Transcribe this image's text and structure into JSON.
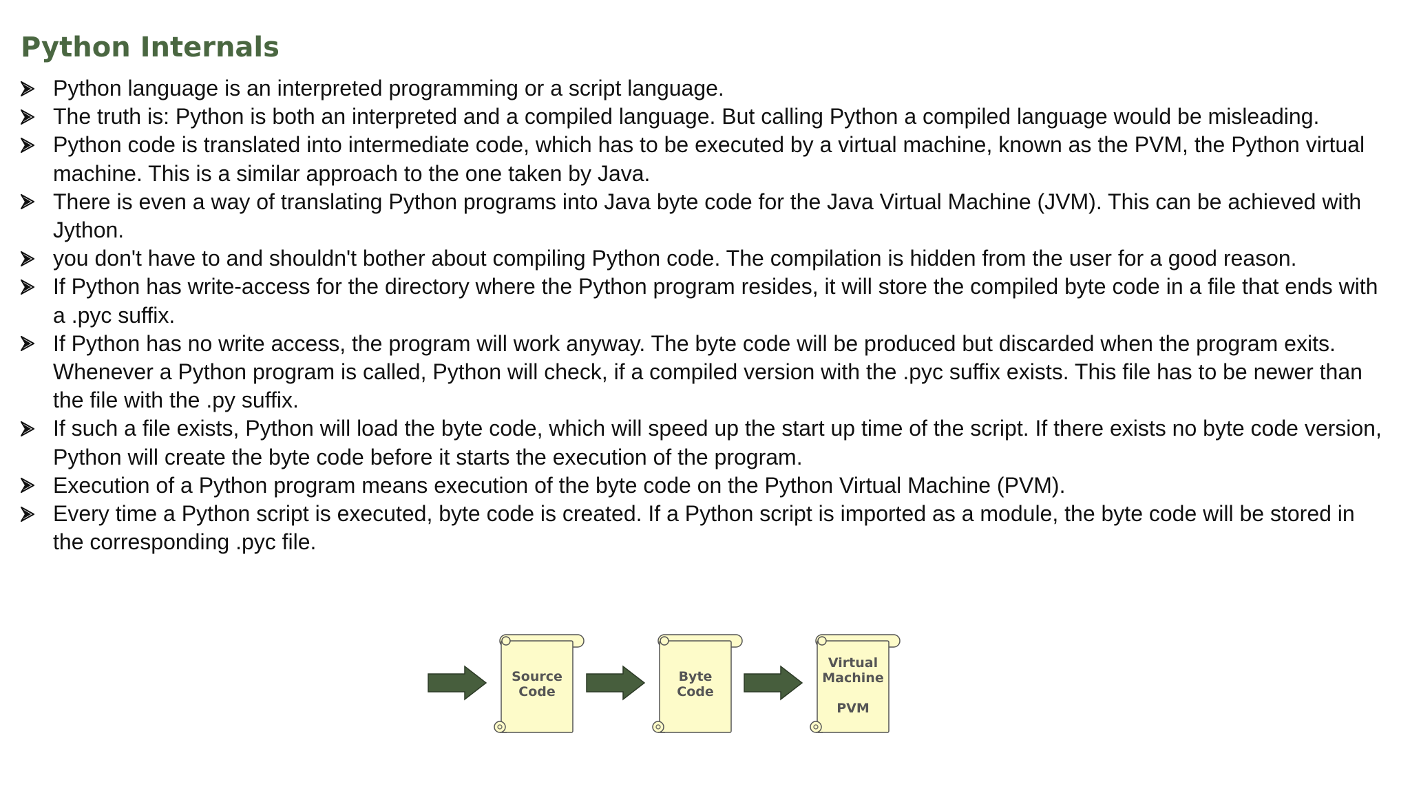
{
  "slide": {
    "title": "Python Internals",
    "bullet_icon": "arrowhead-bullet-icon",
    "bullets": [
      {
        "text": "Python language is an interpreted programming or a script language.",
        "marker": true
      },
      {
        "text": "The truth is: Python is both an interpreted and a compiled language. But calling Python a compiled language would be misleading.",
        "marker": true
      },
      {
        "text": "Python code is translated into intermediate code, which has to be executed by a virtual machine, known as the PVM, the Python virtual machine. This is a similar approach to the one taken by Java.",
        "marker": true
      },
      {
        "text": "There is even a way of translating Python programs into Java byte code for the Java Virtual Machine (JVM). This can be achieved with Jython.",
        "marker": true
      },
      {
        "text": "you don't have to and shouldn't bother about compiling Python code. The compilation is hidden from the user for a good reason.",
        "marker": true
      },
      {
        "text": "If Python has write-access for the directory where the Python program resides, it will store the compiled byte code in a file that ends with a .pyc suffix.",
        "marker": true
      },
      {
        "text": "If Python has no write access, the program will work anyway. The byte code will be produced but discarded when the program exits.",
        "marker": true
      },
      {
        "text": "Whenever a Python program is called, Python will check, if a compiled version with the .pyc suffix exists. This file has to be newer than the file with the .py suffix.",
        "marker": false
      },
      {
        "text": "If such a file exists, Python will load the byte code, which will speed up the start up time of the script. If there exists no byte code version, Python will create the byte code before it starts the execution of the program.",
        "marker": true
      },
      {
        "text": "Execution of a Python program means execution of the byte code on the Python Virtual Machine (PVM).",
        "marker": true
      },
      {
        "text": "Every time a Python script is executed, byte code is created. If a Python script is imported as a module, the byte code will be stored in the corresponding .pyc file.",
        "marker": true
      }
    ]
  },
  "diagram": {
    "colors": {
      "arrow_fill": "#475e3d",
      "arrow_stroke": "#2c3a26",
      "scroll_fill": "#fdfbc9",
      "scroll_stroke": "#555555",
      "label": "#555555"
    },
    "stages": [
      {
        "name": "source-code",
        "lines": [
          "Source",
          "Code"
        ],
        "icon": "scroll-icon"
      },
      {
        "name": "byte-code",
        "lines": [
          "Byte",
          "Code"
        ],
        "icon": "scroll-icon"
      },
      {
        "name": "virtual-machine",
        "lines": [
          "Virtual",
          "Machine",
          "",
          "PVM"
        ],
        "icon": "scroll-icon"
      }
    ],
    "arrow_icon": "right-arrow-icon"
  }
}
